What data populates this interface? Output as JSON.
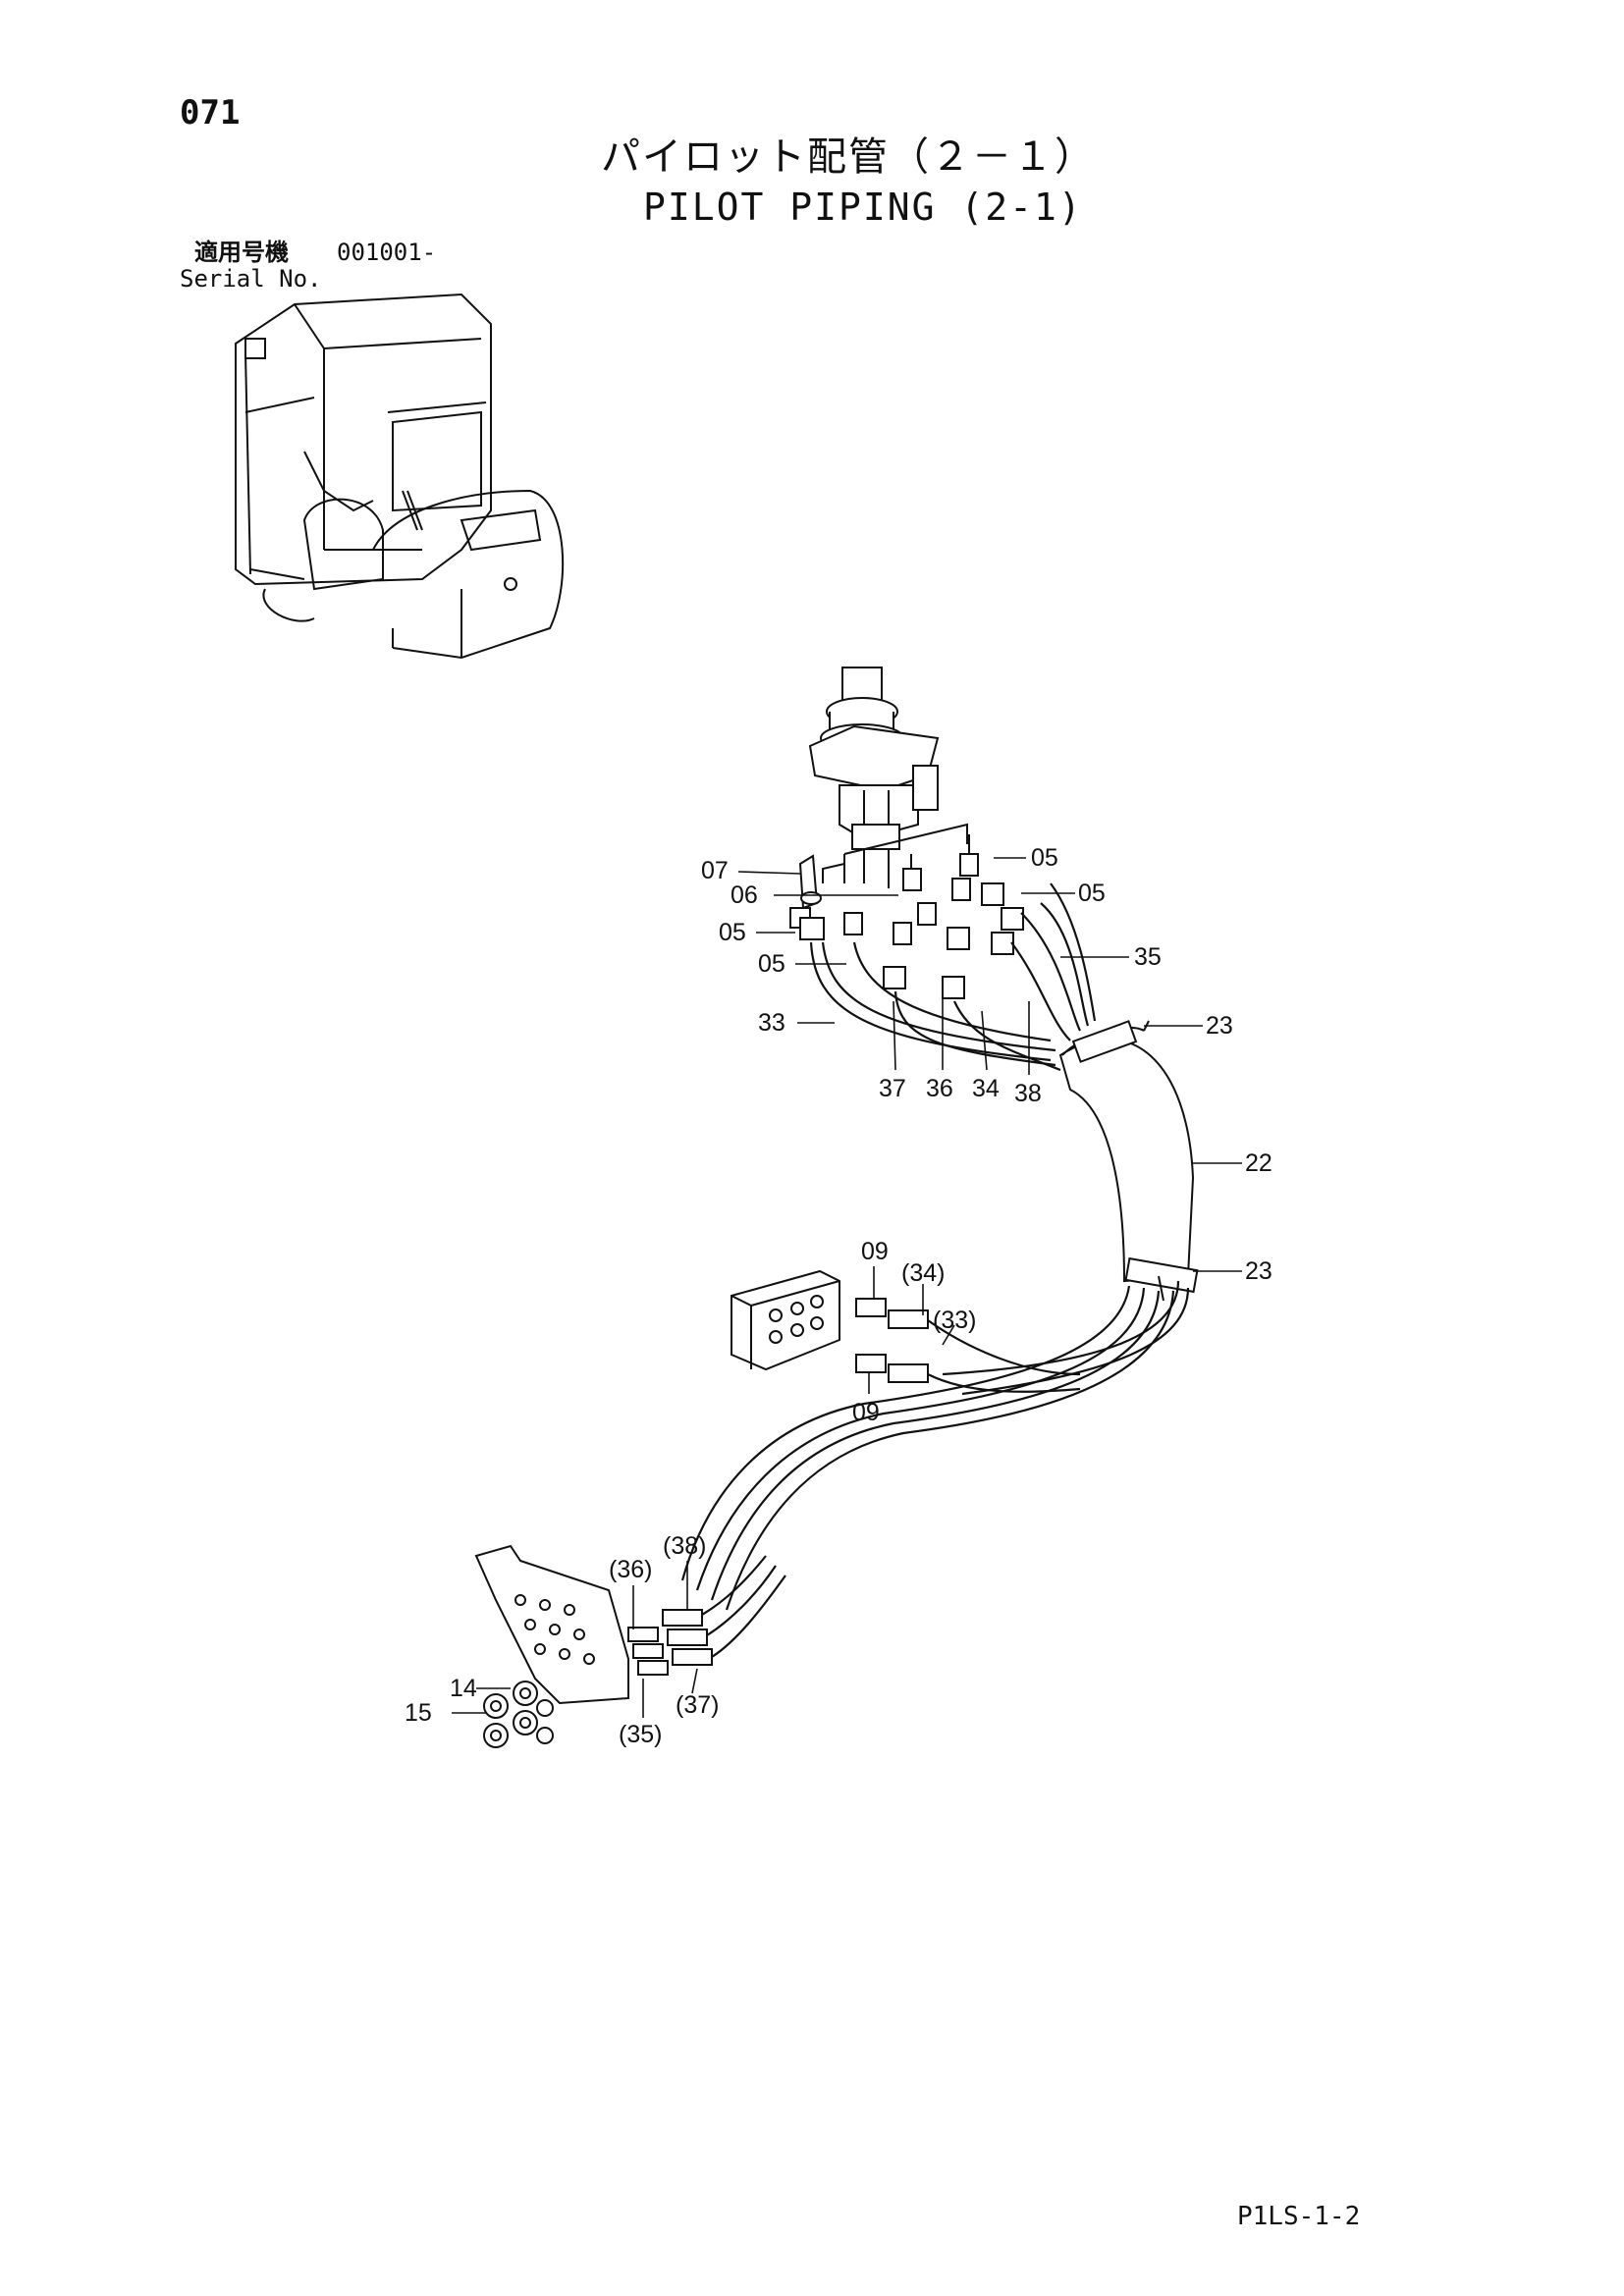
{
  "header": {
    "page_number": "071",
    "title_jp": "パイロット配管（２－１）",
    "title_en": "PILOT PIPING (2-1)",
    "serial_label_jp": "適用号機",
    "serial_value": "001001-",
    "serial_label_en": "Serial No."
  },
  "footer": {
    "page_code": "P1LS-1-2"
  },
  "callouts": {
    "c07": "07",
    "c06": "06",
    "c05a": "05",
    "c05b": "05",
    "c05c": "05",
    "c05d": "05",
    "c35": "35",
    "c33": "33",
    "c23a": "23",
    "c37": "37",
    "c36": "36",
    "c34": "34",
    "c38": "38",
    "c22": "22",
    "c23b": "23",
    "c09a": "09",
    "c34p": "(34)",
    "c33p": "(33)",
    "c09b": "09",
    "c38p": "(38)",
    "c36p": "(36)",
    "c14": "14",
    "c15": "15",
    "c37p": "(37)",
    "c35p": "(35)"
  }
}
